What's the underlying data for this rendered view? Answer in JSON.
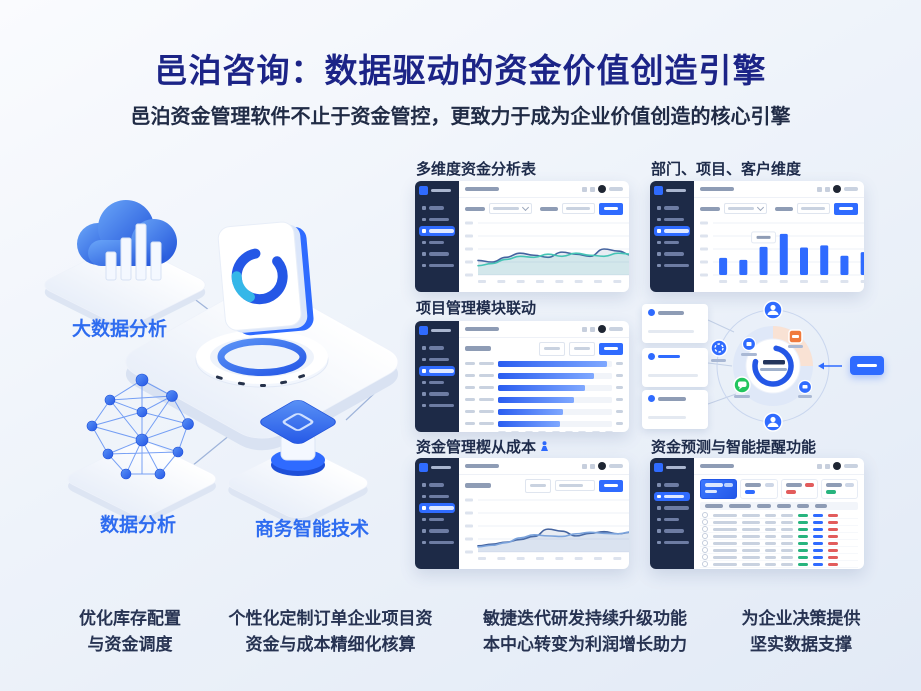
{
  "header": {
    "title": "邑泊咨询：数据驱动的资金价值创造引擎",
    "subtitle": "邑泊资金管理软件不止于资金管控，更致力于成为企业价值创造的核心引擎",
    "title_color": "#1c2487",
    "accent_color": "#2f6bff"
  },
  "illustration": {
    "big_data_label": "大数据分析",
    "data_analysis_label": "数据分析",
    "business_intelligence_label": "商务智能技术"
  },
  "panels": {
    "p1": {
      "label": "多维度资金分析表"
    },
    "p2": {
      "label": "部门、项目、客户维度"
    },
    "p3": {
      "label": "项目管理模块联动"
    },
    "p5": {
      "label": "资金管理楔从成本"
    },
    "p6": {
      "label": "资金预测与智能提醒功能"
    }
  },
  "chart_data": [
    {
      "id": "p1-line",
      "type": "line",
      "title": "多维度资金分析表",
      "series": [
        {
          "name": "dark-blue-line",
          "color": "#44639f",
          "values": [
            28,
            25,
            34,
            42,
            38,
            34,
            44,
            40,
            36,
            50,
            46,
            38,
            48,
            60
          ]
        },
        {
          "name": "teal-line",
          "color": "#45c4b5",
          "values": [
            18,
            22,
            30,
            36,
            34,
            40,
            36,
            42,
            38,
            36,
            42,
            40,
            46,
            48
          ]
        }
      ],
      "x_tick_count": 10,
      "y_tick_count": 5,
      "grid": true,
      "ylim": [
        0,
        100
      ]
    },
    {
      "id": "p2-bar",
      "type": "bar",
      "title": "部门、项目、客户维度",
      "color": "#2f6bff",
      "values": [
        33,
        29,
        54,
        79,
        53,
        57,
        37,
        44,
        64
      ],
      "highlight_index": 2,
      "x_tick_count": 9,
      "grid": true,
      "ylim": [
        0,
        100
      ]
    },
    {
      "id": "p3-hbar",
      "type": "bar",
      "title": "项目管理模块联动",
      "orientation": "horizontal",
      "color": "#2f6bff",
      "values": [
        96,
        84,
        76,
        67,
        57,
        54
      ],
      "x_tick_count": 9,
      "ylim": [
        0,
        100
      ]
    },
    {
      "id": "p5-line",
      "type": "line",
      "title": "资金管理楔从成本",
      "series": [
        {
          "name": "dark-blue-line",
          "color": "#44639f",
          "values": [
            12,
            15,
            19,
            24,
            30,
            44,
            40,
            31,
            36,
            39,
            35,
            38,
            55,
            58
          ]
        },
        {
          "name": "light-blue-line",
          "color": "#7ba3dc",
          "values": [
            10,
            13,
            18,
            27,
            33,
            31,
            30,
            35,
            38,
            36,
            35,
            39,
            50,
            56
          ]
        }
      ],
      "x_tick_count": 10,
      "y_tick_count": 5,
      "grid": true,
      "ylim": [
        0,
        100
      ]
    },
    {
      "id": "p6-table",
      "type": "table",
      "title": "资金预测与智能提醒功能",
      "stat_card_count": 4,
      "row_count": 8,
      "column_count": 6,
      "status_colors": [
        "#27b47e",
        "#2f6bff",
        "#e25c5c"
      ]
    }
  ],
  "footnotes": [
    {
      "line1": "优化库存配置",
      "line2": "与资金调度"
    },
    {
      "line1": "个性化定制订单企业项目资",
      "line2": "资金与成本精细化核算"
    },
    {
      "line1": "敏捷迭代研发持续升级功能",
      "line2": "本中心转变为利润增长助力"
    },
    {
      "line1": "为企业决策提供",
      "line2": "坚实数据支撑"
    }
  ]
}
